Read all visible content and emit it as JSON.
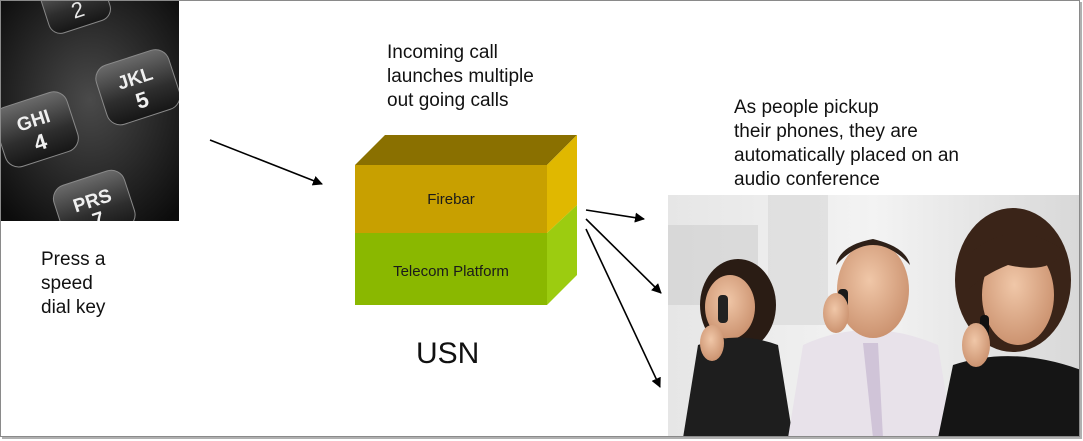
{
  "left_caption": [
    "Press a",
    "speed",
    "dial key"
  ],
  "middle_caption": [
    "Incoming call",
    "launches multiple",
    "out going calls"
  ],
  "right_caption": [
    "As people pickup",
    "their phones, they are",
    "automatically placed on an",
    "audio conference"
  ],
  "block": {
    "top_layer": "Firebar",
    "bottom_layer": "Telecom Platform",
    "name": "USN",
    "top_color": "#c8a000",
    "bottom_color": "#8ab800"
  },
  "keypad_keys": [
    {
      "letters": "GHI",
      "digit": "4"
    },
    {
      "letters": "JKL",
      "digit": "5"
    },
    {
      "letters": "PRS",
      "digit": "7"
    },
    {
      "letters": "",
      "digit": "2"
    }
  ]
}
